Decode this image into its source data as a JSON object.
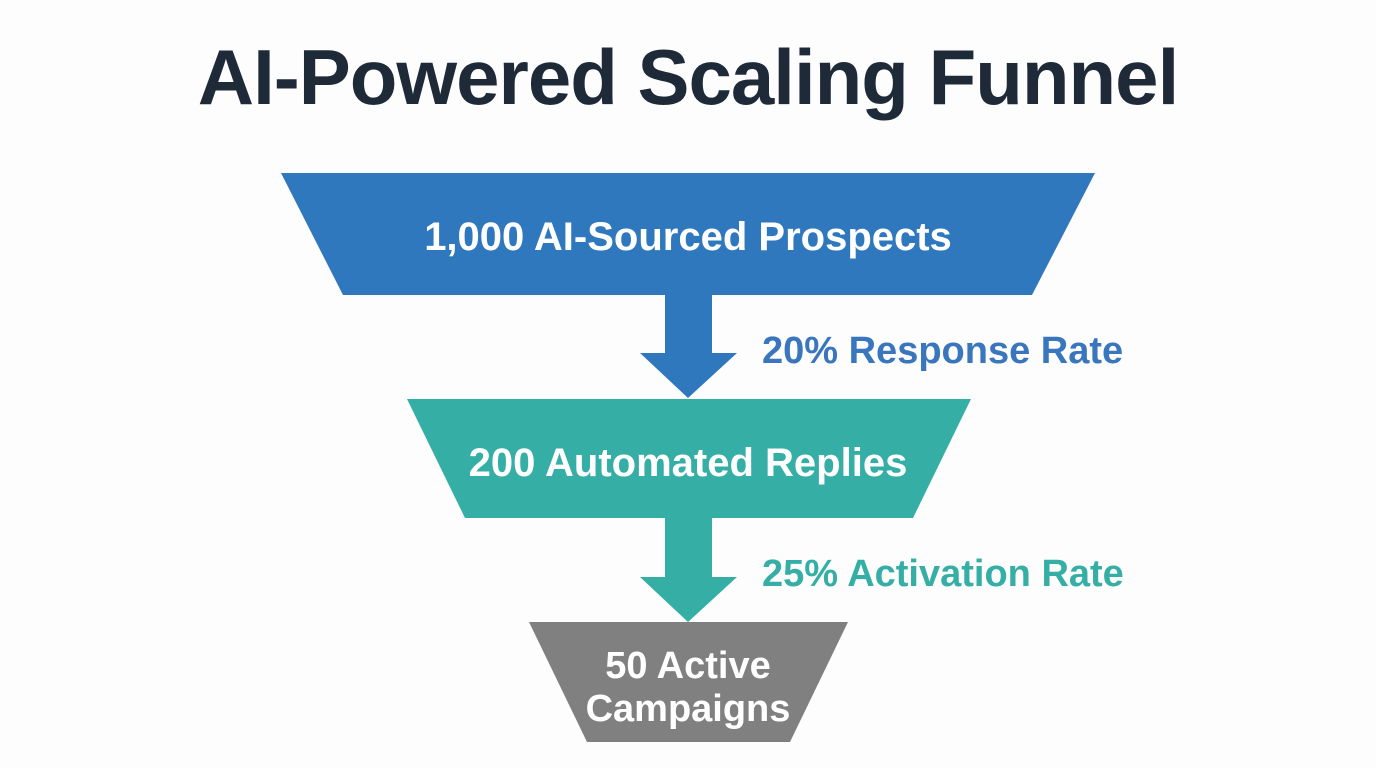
{
  "page": {
    "title": "AI-Powered Scaling Funnel",
    "background_color": "#fdfdfd",
    "title_color": "#1e2a38"
  },
  "chart_data": {
    "type": "funnel",
    "title": "AI-Powered Scaling Funnel",
    "xlabel": "",
    "ylabel": "",
    "grid": false,
    "legend": "none",
    "stages": [
      {
        "id": "prospects",
        "label": "1,000 AI-Sourced Prospects",
        "value": 1000,
        "unit": "prospects",
        "color": "#3078be",
        "text_color": "#ffffff",
        "lines": [
          "1,000 AI-Sourced Prospects"
        ]
      },
      {
        "id": "replies",
        "label": "200 Automated Replies",
        "value": 200,
        "unit": "replies",
        "color": "#35afa5",
        "text_color": "#ffffff",
        "lines": [
          "200 Automated Replies"
        ]
      },
      {
        "id": "campaigns",
        "label": "50 Active Campaigns",
        "value": 50,
        "unit": "campaigns",
        "color": "#808080",
        "text_color": "#ffffff",
        "lines": [
          "50 Active",
          "Campaigns"
        ]
      }
    ],
    "transitions": [
      {
        "id": "response-rate",
        "label": "20% Response Rate",
        "percent": 20,
        "from": "prospects",
        "to": "replies",
        "color": "#3a76be"
      },
      {
        "id": "activation-rate",
        "label": "25% Activation Rate",
        "percent": 25,
        "from": "replies",
        "to": "campaigns",
        "color": "#35afa5"
      }
    ]
  }
}
